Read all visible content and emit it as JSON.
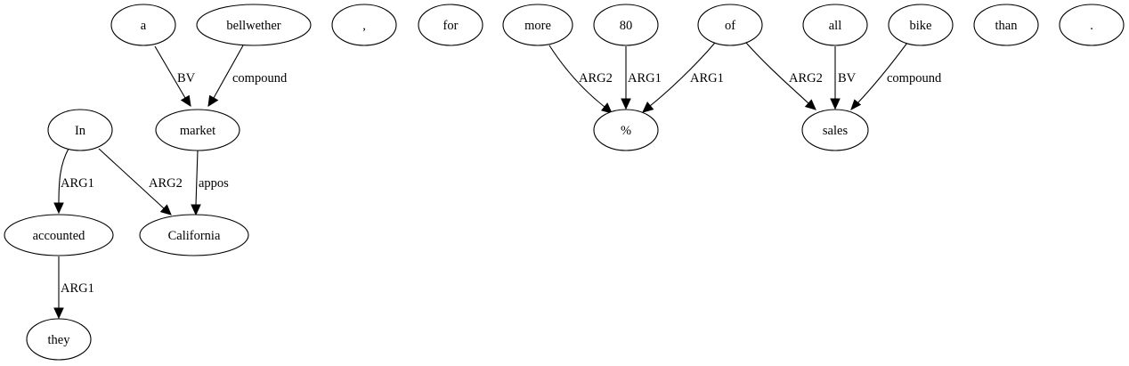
{
  "nodes": [
    {
      "id": "n_a",
      "label": "a"
    },
    {
      "id": "n_bellwether",
      "label": "bellwether"
    },
    {
      "id": "n_comma",
      "label": ","
    },
    {
      "id": "n_for",
      "label": "for"
    },
    {
      "id": "n_more",
      "label": "more"
    },
    {
      "id": "n_80",
      "label": "80"
    },
    {
      "id": "n_of",
      "label": "of"
    },
    {
      "id": "n_all",
      "label": "all"
    },
    {
      "id": "n_bike",
      "label": "bike"
    },
    {
      "id": "n_than",
      "label": "than"
    },
    {
      "id": "n_period",
      "label": "."
    },
    {
      "id": "n_in",
      "label": "In"
    },
    {
      "id": "n_market",
      "label": "market"
    },
    {
      "id": "n_percent",
      "label": "%"
    },
    {
      "id": "n_sales",
      "label": "sales"
    },
    {
      "id": "n_accounted",
      "label": "accounted"
    },
    {
      "id": "n_california",
      "label": "California"
    },
    {
      "id": "n_they",
      "label": "they"
    }
  ],
  "edges": [
    {
      "id": "e_a_market",
      "from": "n_a",
      "to": "n_market",
      "label": "BV"
    },
    {
      "id": "e_bellwether_market",
      "from": "n_bellwether",
      "to": "n_market",
      "label": "compound"
    },
    {
      "id": "e_in_accounted",
      "from": "n_in",
      "to": "n_accounted",
      "label": "ARG1"
    },
    {
      "id": "e_in_california",
      "from": "n_in",
      "to": "n_california",
      "label": "ARG2"
    },
    {
      "id": "e_market_california",
      "from": "n_market",
      "to": "n_california",
      "label": "appos"
    },
    {
      "id": "e_accounted_they",
      "from": "n_accounted",
      "to": "n_they",
      "label": "ARG1"
    },
    {
      "id": "e_more_percent",
      "from": "n_more",
      "to": "n_percent",
      "label": "ARG2"
    },
    {
      "id": "e_80_percent",
      "from": "n_80",
      "to": "n_percent",
      "label": "ARG1"
    },
    {
      "id": "e_of_percent",
      "from": "n_of",
      "to": "n_percent",
      "label": "ARG1"
    },
    {
      "id": "e_of_sales",
      "from": "n_of",
      "to": "n_sales",
      "label": "ARG2"
    },
    {
      "id": "e_all_sales",
      "from": "n_all",
      "to": "n_sales",
      "label": "BV"
    },
    {
      "id": "e_bike_sales",
      "from": "n_bike",
      "to": "n_sales",
      "label": "compound"
    }
  ]
}
